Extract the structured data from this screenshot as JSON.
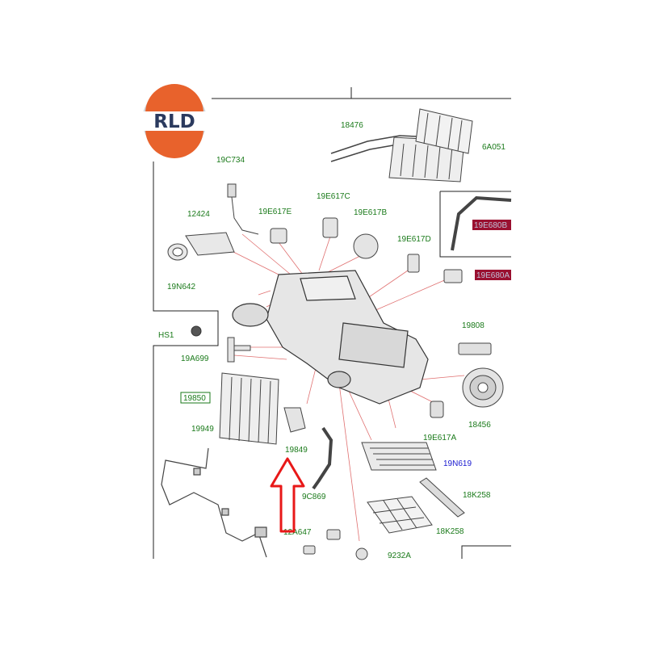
{
  "logo": {
    "text": "RLD",
    "color_top": "#e8622c",
    "color_bottom": "#e8622c",
    "ring": "#d0d4d8"
  },
  "colors": {
    "label": "#1a7a1a",
    "label_blue": "#1a1ad0",
    "leader": "#e07070",
    "highlight": "#9a1030",
    "arrow": "#e81818",
    "frame": "#222222"
  },
  "labels": {
    "l18476": "18476",
    "l6A051": "6A051",
    "l19C734": "19C734",
    "l19E617C": "19E617C",
    "l19E617E": "19E617E",
    "l19E617B": "19E617B",
    "l12424": "12424",
    "l19E617D": "19E617D",
    "l19E680B": "19E680B",
    "l19E680A": "19E680A",
    "l19N642": "19N642",
    "lHS1": "HS1",
    "l19808": "19808",
    "l19A699": "19A699",
    "l19850": "19850",
    "l18456": "18456",
    "l19E617A": "19E617A",
    "l19949": "19949",
    "l19849": "19849",
    "l19N619": "19N619",
    "l18K258a": "18K258",
    "l9C869": "9C869",
    "l18K258b": "18K258",
    "l12A647": "12A647",
    "l9232A": "9232A"
  }
}
